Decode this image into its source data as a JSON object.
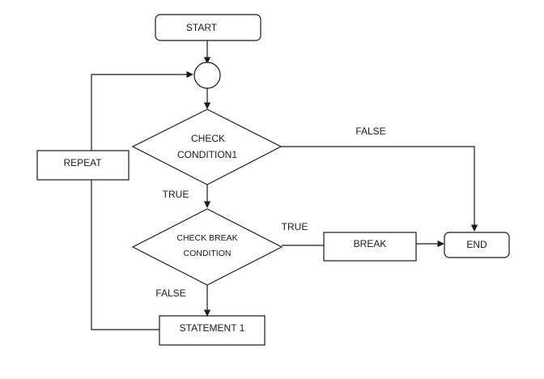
{
  "nodes": {
    "start": "START",
    "check_line1": "CHECK",
    "check_line2": "CONDITION1",
    "break_check_line1": "CHECK BREAK",
    "break_check_line2": "CONDITION",
    "repeat": "REPEAT",
    "break": "BREAK",
    "end": "END",
    "statement": "STATEMENT 1"
  },
  "labels": {
    "cond1_false": "FALSE",
    "cond1_true": "TRUE",
    "break_true": "TRUE",
    "break_false": "FALSE"
  },
  "colors": {
    "stroke": "#1a1a1a",
    "fill": "#ffffff"
  }
}
